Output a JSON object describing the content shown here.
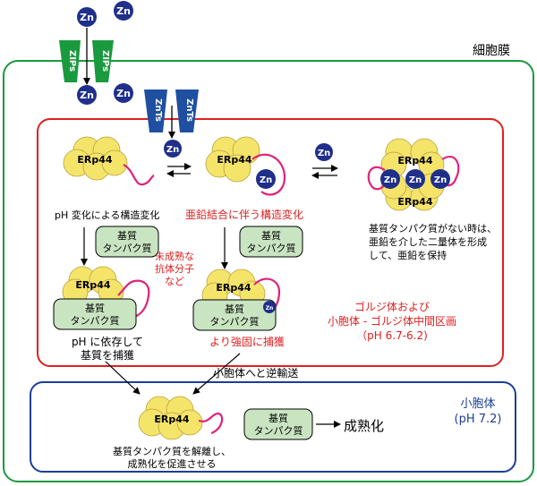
{
  "membrane_label": "細胞膜",
  "zn": "Zn",
  "zips": "ZIPs",
  "znts": "ZnTs",
  "erp44": "ERp44",
  "substrate_line1": "基質",
  "substrate_line2": "タンパク質",
  "ph_change": "pH 変化による構造変化",
  "zinc_binding_change": "亜鉛結合に伴う構造変化",
  "no_substrate_note": [
    "基質タンパク質がない時は、",
    "亜鉛を介した二量体を形成",
    "して、亜鉛を保持"
  ],
  "immature_antibody": [
    "未成熟な",
    "抗体分子",
    "など"
  ],
  "ph_capture": [
    "pH に依存して",
    "基質を捕獲"
  ],
  "strong_capture": "より強固に捕獲",
  "golgi_region": [
    "ゴルジ体および",
    "小胞体 - ゴルジ体中間区画",
    "（pH 6.7-6.2)"
  ],
  "retrograde": "小胞体へと逆輸送",
  "er_label": [
    "小胞体",
    "(pH 7.2)"
  ],
  "maturation": "成熟化",
  "release_note": [
    "基質タンパク質を解離し、",
    "成熟化を促進させる"
  ],
  "colors": {
    "membrane": "#1a9a3e",
    "golgi": "#e02020",
    "er": "#1a3e9a",
    "erp44": "#f5e46a",
    "substrate": "#c9e4c1",
    "zn": "#1f2f8a",
    "loop": "#e0227a",
    "zips": "#1a9a3e",
    "znts": "#1f4fa0",
    "red_text": "#e02020"
  }
}
